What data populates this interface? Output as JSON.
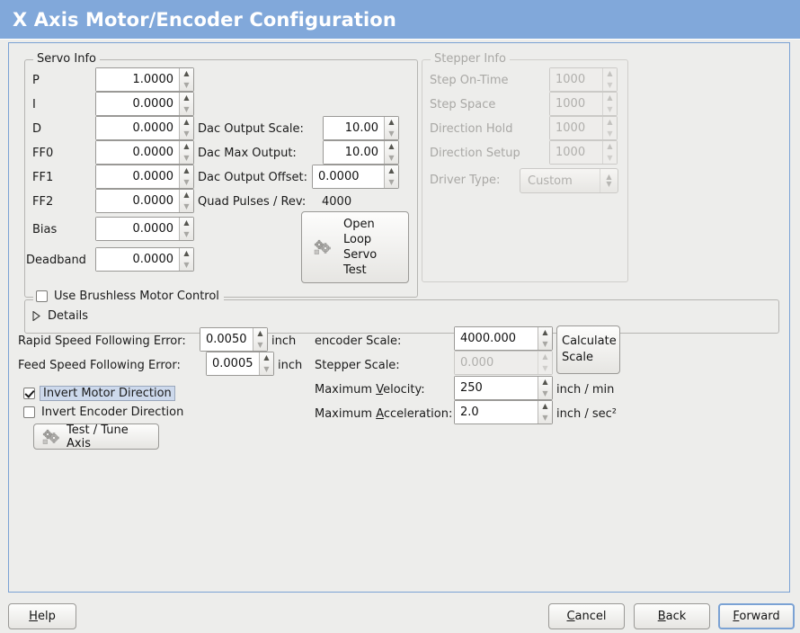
{
  "window": {
    "title": "X Axis Motor/Encoder Configuration",
    "header_color": "#81a8da",
    "border_color": "#7ba2d4",
    "background": "#ededeb"
  },
  "servo_info": {
    "legend": "Servo Info",
    "rows": [
      {
        "label": "P",
        "value": "1.0000"
      },
      {
        "label": "I",
        "value": "0.0000"
      },
      {
        "label": "D",
        "value": "0.0000"
      },
      {
        "label": "FF0",
        "value": "0.0000"
      },
      {
        "label": "FF1",
        "value": "0.0000"
      },
      {
        "label": "FF2",
        "value": "0.0000"
      },
      {
        "label": "Bias",
        "value": "0.0000"
      },
      {
        "label": "Deadband",
        "value": "0.0000"
      }
    ],
    "dac": [
      {
        "label": "Dac Output Scale:",
        "value": "10.00"
      },
      {
        "label": "Dac Max Output:",
        "value": "10.00"
      },
      {
        "label": "Dac Output Offset:",
        "value": "0.0000"
      }
    ],
    "quad_pulses_label": "Quad Pulses / Rev:",
    "quad_pulses_value": "4000",
    "open_loop_button": "Open\nLoop\nServo\nTest",
    "open_loop_lines": [
      "Open",
      "Loop",
      "Servo",
      "Test"
    ]
  },
  "stepper_info": {
    "legend": "Stepper Info",
    "enabled": false,
    "rows": [
      {
        "label": "Step On-Time",
        "value": "1000"
      },
      {
        "label": "Step Space",
        "value": "1000"
      },
      {
        "label": "Direction Hold",
        "value": "1000"
      },
      {
        "label": "Direction Setup",
        "value": "1000"
      }
    ],
    "driver_type_label": "Driver Type:",
    "driver_type_value": "Custom"
  },
  "brushless": {
    "checkbox_label": "Use Brushless Motor Control",
    "checked": false,
    "details_label": "Details",
    "details_expanded": false
  },
  "following_error": {
    "rapid_label": "Rapid Speed Following Error:",
    "rapid_value": "0.0050",
    "rapid_unit": "inch",
    "feed_label": "Feed Speed Following Error:",
    "feed_value": "0.0005",
    "feed_unit": "inch"
  },
  "invert": {
    "motor_label": "Invert Motor Direction",
    "motor_checked": true,
    "motor_focused": true,
    "encoder_label": "Invert Encoder Direction",
    "encoder_checked": false
  },
  "test_tune_button": "Test / Tune Axis",
  "scales": {
    "encoder_label": "encoder Scale:",
    "encoder_value": "4000.000",
    "stepper_label": "Stepper Scale:",
    "stepper_value": "0.000",
    "stepper_enabled": false,
    "calculate_button_lines": [
      "Calculate",
      "Scale"
    ],
    "max_velocity_label_pre": "Maximum ",
    "max_velocity_label_key": "V",
    "max_velocity_label_post": "elocity:",
    "max_velocity_value": "250",
    "max_velocity_unit": "inch / min",
    "max_accel_label_pre": "Maximum ",
    "max_accel_label_key": "A",
    "max_accel_label_post": "cceleration:",
    "max_accel_value": "2.0",
    "max_accel_unit": "inch / sec²"
  },
  "footer": {
    "help": {
      "pre": "",
      "key": "H",
      "post": "elp"
    },
    "cancel": {
      "pre": "",
      "key": "C",
      "post": "ancel"
    },
    "back": {
      "pre": "",
      "key": "B",
      "post": "ack"
    },
    "forward": {
      "pre": "",
      "key": "F",
      "post": "orward",
      "focused": true
    }
  },
  "icons": {
    "gear": "gears-icon",
    "spin_up": "▲",
    "spin_down": "▼",
    "expander": "triangle-right-icon"
  }
}
